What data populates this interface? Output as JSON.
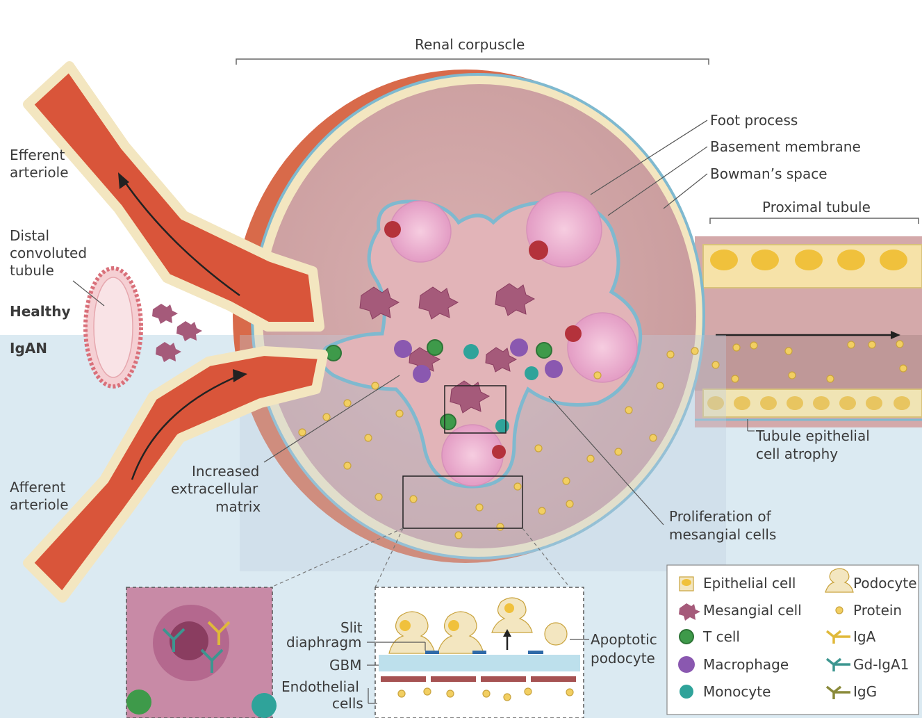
{
  "labels": {
    "renal_corpuscle": "Renal corpuscle",
    "foot_process": "Foot process",
    "basement_membrane": "Basement membrane",
    "bowmans_space": "Bowman’s space",
    "proximal_tubule": "Proximal tubule",
    "efferent_arteriole_1": "Efferent",
    "efferent_arteriole_2": "arteriole",
    "distal_1": "Distal",
    "distal_2": "convoluted",
    "distal_3": "tubule",
    "healthy": "Healthy",
    "igan": "IgAN",
    "afferent_1": "Afferent",
    "afferent_2": "arteriole",
    "increased_1": "Increased",
    "increased_2": "extracellular",
    "increased_3": "matrix",
    "tubule_atrophy_1": "Tubule epithelial",
    "tubule_atrophy_2": "cell atrophy",
    "proliferation_1": "Proliferation of",
    "proliferation_2": "mesangial cells",
    "slit_1": "Slit",
    "slit_2": "diaphragm",
    "gbm": "GBM",
    "endothelial_1": "Endothelial",
    "endothelial_2": "cells",
    "apoptotic_1": "Apoptotic",
    "apoptotic_2": "podocyte"
  },
  "legend": {
    "epithelial_cell": "Epithelial cell",
    "mesangial_cell": "Mesangial cell",
    "t_cell": "T cell",
    "macrophage": "Macrophage",
    "monocyte": "Monocyte",
    "podocyte": "Podocyte",
    "protein": "Protein",
    "iga": "IgA",
    "gd_iga1": "Gd-IgA1",
    "igg": "IgG"
  },
  "colors": {
    "artery": "#d9553a",
    "artery_wall": "#f3e6c0",
    "capsule": "#c9a7a8",
    "interior": "#d8aeb0",
    "blue_membrane": "#7fb9cf",
    "igan_band": "#d8e9f1",
    "protein": "#f2cf62",
    "t_cell": "#3e9a4a",
    "macrophage": "#8a58b0",
    "monocyte": "#2fa39a",
    "iga": "#e0b93a",
    "gd_iga1": "#3d9690",
    "igg": "#8a8a3a"
  }
}
